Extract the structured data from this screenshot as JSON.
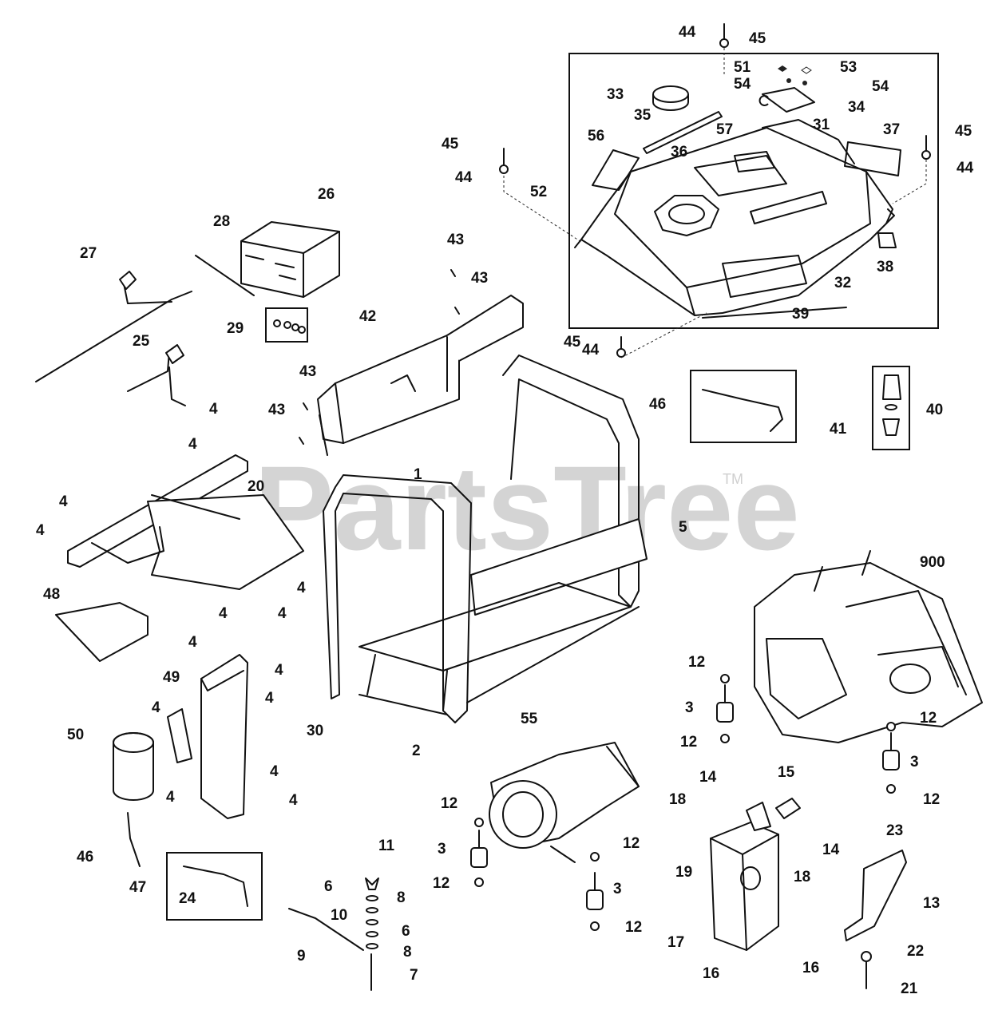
{
  "watermark": {
    "text": "PartsTree",
    "trademark": "TM"
  },
  "part_labels": [
    {
      "text": "1"
    },
    {
      "text": "2"
    },
    {
      "text": "3"
    },
    {
      "text": "3"
    },
    {
      "text": "3"
    },
    {
      "text": "3"
    },
    {
      "text": "4"
    },
    {
      "text": "4"
    },
    {
      "text": "4"
    },
    {
      "text": "4"
    },
    {
      "text": "4"
    },
    {
      "text": "4"
    },
    {
      "text": "4"
    },
    {
      "text": "4"
    },
    {
      "text": "4"
    },
    {
      "text": "4"
    },
    {
      "text": "4"
    },
    {
      "text": "4"
    },
    {
      "text": "4"
    },
    {
      "text": "4"
    },
    {
      "text": "5"
    },
    {
      "text": "6"
    },
    {
      "text": "6"
    },
    {
      "text": "7"
    },
    {
      "text": "8"
    },
    {
      "text": "8"
    },
    {
      "text": "9"
    },
    {
      "text": "10"
    },
    {
      "text": "11"
    },
    {
      "text": "12"
    },
    {
      "text": "12"
    },
    {
      "text": "12"
    },
    {
      "text": "12"
    },
    {
      "text": "12"
    },
    {
      "text": "12"
    },
    {
      "text": "12"
    },
    {
      "text": "12"
    },
    {
      "text": "13"
    },
    {
      "text": "14"
    },
    {
      "text": "14"
    },
    {
      "text": "15"
    },
    {
      "text": "16"
    },
    {
      "text": "16"
    },
    {
      "text": "17"
    },
    {
      "text": "18"
    },
    {
      "text": "18"
    },
    {
      "text": "19"
    },
    {
      "text": "20"
    },
    {
      "text": "21"
    },
    {
      "text": "22"
    },
    {
      "text": "23"
    },
    {
      "text": "24"
    },
    {
      "text": "25"
    },
    {
      "text": "26"
    },
    {
      "text": "27"
    },
    {
      "text": "28"
    },
    {
      "text": "29"
    },
    {
      "text": "30"
    },
    {
      "text": "31"
    },
    {
      "text": "32"
    },
    {
      "text": "33"
    },
    {
      "text": "34"
    },
    {
      "text": "35"
    },
    {
      "text": "36"
    },
    {
      "text": "37"
    },
    {
      "text": "38"
    },
    {
      "text": "39"
    },
    {
      "text": "40"
    },
    {
      "text": "41"
    },
    {
      "text": "42"
    },
    {
      "text": "43"
    },
    {
      "text": "43"
    },
    {
      "text": "43"
    },
    {
      "text": "43"
    },
    {
      "text": "44"
    },
    {
      "text": "44"
    },
    {
      "text": "44"
    },
    {
      "text": "44"
    },
    {
      "text": "45"
    },
    {
      "text": "45"
    },
    {
      "text": "45"
    },
    {
      "text": "45"
    },
    {
      "text": "46"
    },
    {
      "text": "46"
    },
    {
      "text": "47"
    },
    {
      "text": "48"
    },
    {
      "text": "49"
    },
    {
      "text": "50"
    },
    {
      "text": "51"
    },
    {
      "text": "52"
    },
    {
      "text": "53"
    },
    {
      "text": "54"
    },
    {
      "text": "54"
    },
    {
      "text": "55"
    },
    {
      "text": "56"
    },
    {
      "text": "57"
    },
    {
      "text": "900"
    }
  ]
}
